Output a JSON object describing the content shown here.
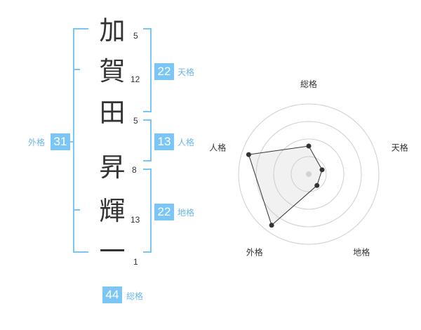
{
  "colors": {
    "accent": "#7cc6f5",
    "text": "#333333",
    "label": "#6fb6e3"
  },
  "name": {
    "chars": [
      {
        "char": "加",
        "strokes": "5"
      },
      {
        "char": "賀",
        "strokes": "12"
      },
      {
        "char": "田",
        "strokes": "5"
      },
      {
        "char": "昇",
        "strokes": "8"
      },
      {
        "char": "輝",
        "strokes": "13"
      },
      {
        "char": "一",
        "strokes": "1"
      }
    ]
  },
  "fortune": {
    "tenkaku": {
      "value": "22",
      "label": "天格"
    },
    "jinkaku": {
      "value": "13",
      "label": "人格"
    },
    "chikaku": {
      "value": "22",
      "label": "地格"
    },
    "gaikaku": {
      "value": "31",
      "label": "外格"
    },
    "soukaku": {
      "value": "44",
      "label": "総格"
    }
  },
  "chart_data": {
    "type": "radar",
    "axes": [
      "総格",
      "天格",
      "地格",
      "外格",
      "人格"
    ],
    "values": [
      2,
      1,
      1,
      4.5,
      4.5
    ],
    "max": 5,
    "rings": 4
  }
}
